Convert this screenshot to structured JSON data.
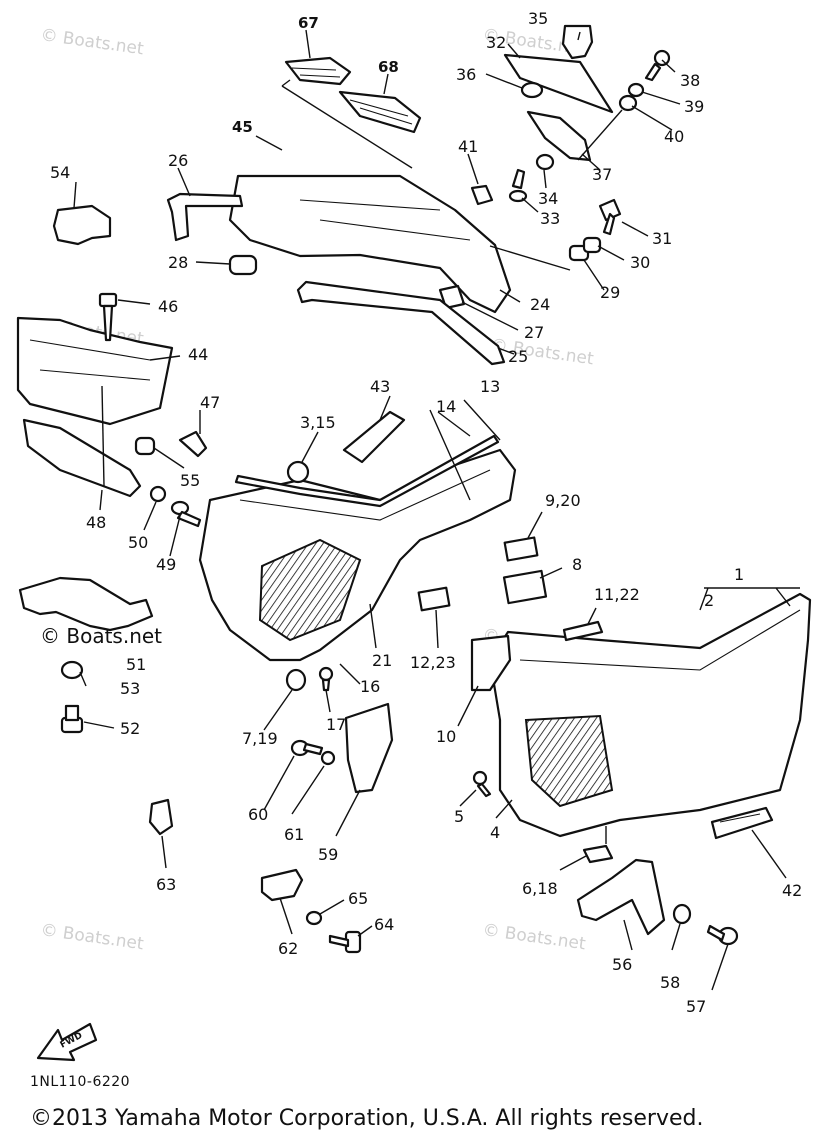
{
  "watermark": "© Boats.net",
  "diagram_code": "1NL110-6220",
  "copyright": "©2013 Yamaha Motor Corporation, U.S.A. All rights reserved.",
  "fwd_label": "FWD",
  "callouts": [
    {
      "id": "67",
      "text": "67"
    },
    {
      "id": "68",
      "text": "68"
    },
    {
      "id": "35",
      "text": "35"
    },
    {
      "id": "32",
      "text": "32"
    },
    {
      "id": "36",
      "text": "36"
    },
    {
      "id": "38",
      "text": "38"
    },
    {
      "id": "39",
      "text": "39"
    },
    {
      "id": "40",
      "text": "40"
    },
    {
      "id": "37",
      "text": "37"
    },
    {
      "id": "45",
      "text": "45"
    },
    {
      "id": "41",
      "text": "41"
    },
    {
      "id": "34",
      "text": "34"
    },
    {
      "id": "33",
      "text": "33"
    },
    {
      "id": "26",
      "text": "26"
    },
    {
      "id": "54",
      "text": "54"
    },
    {
      "id": "31",
      "text": "31"
    },
    {
      "id": "30",
      "text": "30"
    },
    {
      "id": "28",
      "text": "28"
    },
    {
      "id": "29",
      "text": "29"
    },
    {
      "id": "24",
      "text": "24"
    },
    {
      "id": "46",
      "text": "46"
    },
    {
      "id": "27",
      "text": "27"
    },
    {
      "id": "44",
      "text": "44"
    },
    {
      "id": "25",
      "text": "25"
    },
    {
      "id": "13",
      "text": "13"
    },
    {
      "id": "43",
      "text": "43"
    },
    {
      "id": "47",
      "text": "47"
    },
    {
      "id": "3_15",
      "text": "3,15"
    },
    {
      "id": "14",
      "text": "14"
    },
    {
      "id": "55",
      "text": "55"
    },
    {
      "id": "48",
      "text": "48"
    },
    {
      "id": "9_20",
      "text": "9,20"
    },
    {
      "id": "50",
      "text": "50"
    },
    {
      "id": "49",
      "text": "49"
    },
    {
      "id": "8",
      "text": "8"
    },
    {
      "id": "1",
      "text": "1"
    },
    {
      "id": "11_22",
      "text": "11,22"
    },
    {
      "id": "2",
      "text": "2"
    },
    {
      "id": "51",
      "text": "51"
    },
    {
      "id": "21",
      "text": "21"
    },
    {
      "id": "53",
      "text": "53"
    },
    {
      "id": "16",
      "text": "16"
    },
    {
      "id": "12_23",
      "text": "12,23"
    },
    {
      "id": "52",
      "text": "52"
    },
    {
      "id": "10",
      "text": "10"
    },
    {
      "id": "7_19",
      "text": "7,19"
    },
    {
      "id": "17",
      "text": "17"
    },
    {
      "id": "5",
      "text": "5"
    },
    {
      "id": "60",
      "text": "60"
    },
    {
      "id": "61",
      "text": "61"
    },
    {
      "id": "4",
      "text": "4"
    },
    {
      "id": "59",
      "text": "59"
    },
    {
      "id": "63",
      "text": "63"
    },
    {
      "id": "6_18",
      "text": "6,18"
    },
    {
      "id": "42",
      "text": "42"
    },
    {
      "id": "65",
      "text": "65"
    },
    {
      "id": "64",
      "text": "64"
    },
    {
      "id": "62",
      "text": "62"
    },
    {
      "id": "56",
      "text": "56"
    },
    {
      "id": "58",
      "text": "58"
    },
    {
      "id": "57",
      "text": "57"
    }
  ]
}
